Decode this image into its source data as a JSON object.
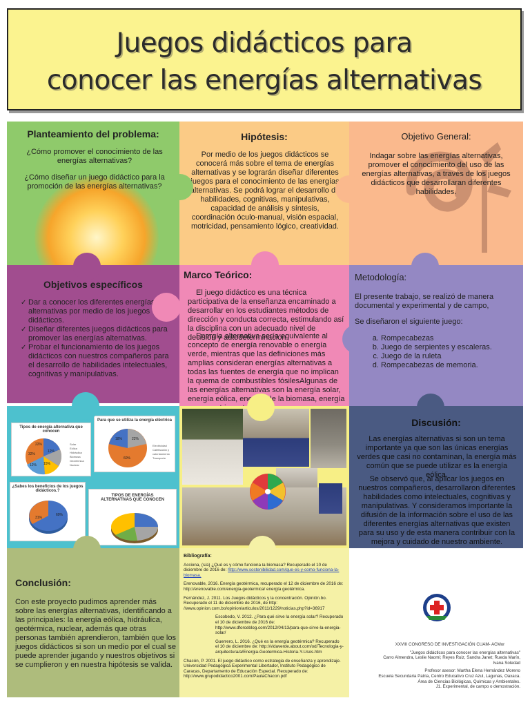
{
  "title": {
    "line1": "Juegos didácticos para",
    "line2": "conocer las energías alternativas"
  },
  "planteamiento": {
    "heading": "Planteamiento del problema:",
    "q1": "¿Cómo promover el conocimiento de las energías alternativas?",
    "q2": "¿Cómo diseñar un juego didáctico para la promoción de las energías alternativas?"
  },
  "hipotesis": {
    "heading": "Hipótesis:",
    "text": "Por medio de los juegos didácticos se conocerá más sobre el tema de energías alternativas y se lograrán diseñar diferentes juegos para el conocimiento de las energías alternativas. Se podrá lograr el desarrollo de habilidades, cognitivas, manipulativas, capacidad de análisis y síntesis, coordinación óculo-manual, visión espacial, motricidad, pensamiento lógico, creatividad."
  },
  "objetivo_general": {
    "heading": "Objetivo General:",
    "text": "Indagar sobre las energías alternativas, promover el conocimiento del uso de las energías alternativas, a través de los juegos didácticos que desarrollaran diferentes habilidades."
  },
  "objetivos_especificos": {
    "heading": "Objetivos específicos",
    "items": [
      "Dar a conocer los diferentes energías alternativas por medio de los juegos didácticos.",
      "Diseñar diferentes juegos didácticos para promover las energías alternativas.",
      "Probar el funcionamiento de los juegos didácticos con nuestros compañeros para el desarrollo de habilidades intelectuales, cognitivas y manipulativas."
    ]
  },
  "marco": {
    "heading": "Marco Teórico:",
    "p1": "El juego didáctico es una técnica participativa de la enseñanza encaminado a desarrollar en los estudiantes métodos de dirección y conducta correcta, estimulando así la disciplina con un adecuado nivel de decisión y autodeterminación.",
    "p2": "Energía alternativa sería equivalente al concepto de energía renovable o energía verde, mientras que las definiciones más amplias consideran energías alternativas a todas las fuentes de energía que no implican la quema de combustibles fósilesAlgunas de las energías alternativas son la energía solar, energía eólica, energía de la biomasa, energía mareomotriz, entre otras."
  },
  "metodologia": {
    "heading": "Metodología:",
    "p1": "El presente trabajo, se realizó de manera documental y experimental y de campo,",
    "p2": "Se diseñaron el siguiente juego:",
    "items": [
      "Rompecabezas",
      "Juego de serpientes y escaleras.",
      "Juego de la ruleta",
      "Rompecabezas de memoria."
    ]
  },
  "charts": {
    "c1": {
      "title": "Tipos de energía alternativa que conocen",
      "labels": [
        "22%",
        "12%",
        "15%",
        "12%",
        "32%"
      ],
      "legend": [
        "Solar",
        "Eólica",
        "Hidráulica",
        "Biomasa",
        "Geotérmica",
        "Nuclear"
      ]
    },
    "c2": {
      "title": "Para que se utiliza la energía eléctrica",
      "labels": [
        "18%",
        "22%",
        "60%"
      ],
      "legend": [
        "Electricidad",
        "Calefacción y calentamiento",
        "Transporte"
      ]
    },
    "c3": {
      "title": "¿Sabes los beneficios de los juegos didácticos.?",
      "labels": [
        "31%",
        "69%"
      ]
    },
    "c4": {
      "title": "TIPOS DE ENERGÍAS ALTERNATIVAS QUE CONOCEN"
    }
  },
  "discusion": {
    "heading": "Discusión:",
    "p1": "Las energías alternativas si son un tema importante ya que son las únicas energías verdes que casi no contaminan, la energía más común que se puede utilizar es la energía eólica.",
    "p2": "Se observó que, al aplicar los juegos en nuestros compañeros, desarrollaron diferentes habilidades como intelectuales, cognitivas y manipulativas. Y consideramos importante la difusión de la información sobre el uso de las diferentes energías alternativas que existen para su uso y de esta manera contribuir con la mejora y cuidado de nuestro ambiente."
  },
  "conclusion": {
    "heading": "Conclusión:",
    "text": "Con este proyecto pudimos aprender más sobre las energías alternativas, identificando a las principales: la energía eólica, hidráulica, geotérmica, nuclear, además que otras personas también aprendieron, también que los juegos didácticos si son un medio por el cual se puede aprender jugando y nuestros objetivos si se cumplieron y en nuestra hipótesis se valida."
  },
  "bibliografia": {
    "heading": "Bibliografía:",
    "e1_text": "Acciona, (s/a) ¿Qué es y cómo funciona la biomasa? Recuperado el 10 de diciembre de 2016 de: ",
    "e1_link": "http://www.sostenibilidad.com/que-es-y-como-funciona-la-biomasa.",
    "e2": "Erenovable, 2016. Energía geotérmica, recuperado el 12 de diciembre de 2016 de: http://erenovable.com/energia-geotermica/ energía geotérmica.",
    "e3": "Fernández, J. 2011. Los Juegos didácticos y la concentración. Opinión.bo. Recuperado el 11 de diciembre de 2016, de http:      //www.opinion.com.bo/opinion/articulos/2011/1229/noticias.php?id=36917",
    "e4": "Escobedo, V. 2012. ¿Para qué sirve la energía solar? Recuperado el 10 de diciembre de 2016 de: http://www.dforceblog.com/2012/04/13/para-que-sirve-la-energia-solar/",
    "e5": "Guerrero, L. 2016. ¿Qué es la energía geotérmica? Recuperado el 10 de diciembre de: http://vidaverde.about.com/od/Tecnologia-y-arquitectura/a/Energia-Geotermica-Historia-Y-Usos.htm",
    "e6": "Chacón, P. 2001. El juego didáctico como estrategia de enseñanza y aprendizaje. Universidad Pedagógica Experimental Libertador, Instituto Pedagógico de Caracas, Departamento de Educación Especial. Recuperado de: http://www.grupodidactico2001.com/PaulaChacon.pdf"
  },
  "credits": {
    "congress": "XXVIII CONGRESO DE INVESTIGACIÓN CUAM- ACMor",
    "project": "\"Juegos didácticos para conocer las energías alternativas\"",
    "authors1": "Carro Almendra, Leslie Naomi; Reyes Ruiz, Sandra Janet; Rueda Marín,",
    "authors2": "Ivana Soledad",
    "advisor": "Profesor asesor: Martha Elena Hernández Moreno",
    "school": "Escuela Secundaria Patria, Centro Educativo Cruz Azul, Lagunas, Oaxaca.",
    "area": "Área de Ciencias Biológicas, Químicas y Ambientales.",
    "type": "J1. Experimental, de campo o demostración."
  }
}
